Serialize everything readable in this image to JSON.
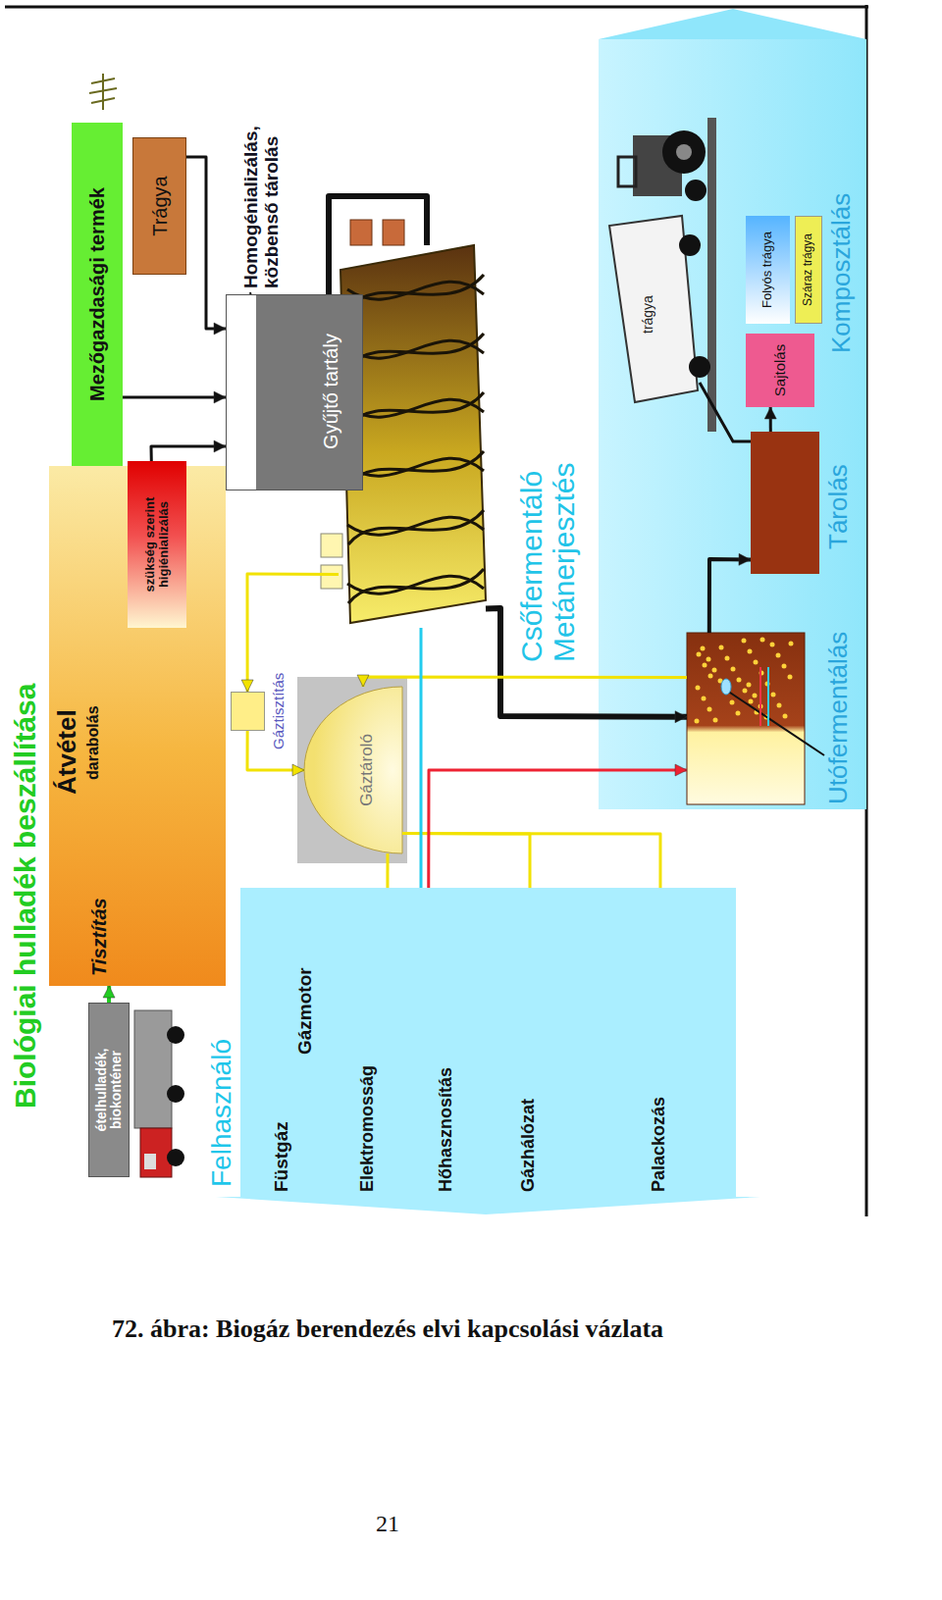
{
  "diagram": {
    "title": "Biológiai hulladék beszállítása",
    "caption": "72. ábra: Biogáz berendezés elvi kapcsolási vázlata",
    "nodes": [
      {
        "text": [
          "ételhulladék, biokonténer"
        ]
      },
      {
        "text": [
          "Átvétel",
          "darabolás",
          "Tisztítás"
        ]
      },
      {
        "text": [
          "szükség szerint higiénializálás"
        ],
        "in": 1
      },
      {
        "text": [
          "Mezőgazdasági termék"
        ]
      },
      {
        "text": [
          "Trágya"
        ]
      },
      {
        "text": [
          "Gyűjtő tartály",
          "Homogénializálás, közbenső tárolás"
        ]
      },
      {
        "text": [
          "Csőfermentáló Metánerjesztés"
        ]
      },
      {
        "text": [
          "Gáztisztítás"
        ]
      },
      {
        "text": [
          "Gáztároló"
        ]
      },
      {
        "text": [
          "Utófermentálás"
        ]
      },
      {
        "text": [
          "Tárolás"
        ]
      },
      {
        "text": [
          "Sajtolás"
        ]
      },
      {
        "text": [
          "Folyós trágya"
        ]
      },
      {
        "text": [
          "Száraz trágya"
        ]
      },
      {
        "text": [
          "Felhasználó"
        ]
      },
      {
        "text": [
          "Gázmotor"
        ],
        "in": 14
      },
      {
        "text": [
          "Gázhálózat"
        ],
        "in": 14
      },
      {
        "text": [
          "Palackozás"
        ],
        "in": 14
      }
    ],
    "edges": [
      {
        "from": 0,
        "to": 1,
        "arrow": "to"
      },
      {
        "from": 1,
        "to": 5,
        "arrow": "to"
      },
      {
        "from": 3,
        "to": 5,
        "arrow": "to"
      },
      {
        "from": 4,
        "to": 5,
        "arrow": "to"
      },
      {
        "from": 5,
        "to": 6,
        "arrow": "none"
      },
      {
        "from": 6,
        "to": 9,
        "arrow": "to"
      },
      {
        "from": 9,
        "to": 10,
        "arrow": "to"
      },
      {
        "from": 10,
        "to": 11,
        "arrow": "to"
      },
      {
        "from": 6,
        "to": 7,
        "arrow": "to"
      },
      {
        "from": 7,
        "to": 8,
        "arrow": "to"
      },
      {
        "from": 9,
        "to": 8,
        "arrow": "to"
      },
      {
        "from": 8,
        "to": 15,
        "arrow": "to"
      },
      {
        "from": 8,
        "to": 16,
        "arrow": "to"
      },
      {
        "from": 8,
        "to": 17,
        "arrow": "to"
      },
      {
        "from": 15,
        "to": 6,
        "arrow": "none"
      },
      {
        "from": 15,
        "to": 9,
        "arrow": "to"
      }
    ],
    "labels": [
      "Füstgáz",
      "Elektromosság",
      "Hőhasznosítás",
      "Komposztálás",
      "trágya",
      "21"
    ]
  }
}
